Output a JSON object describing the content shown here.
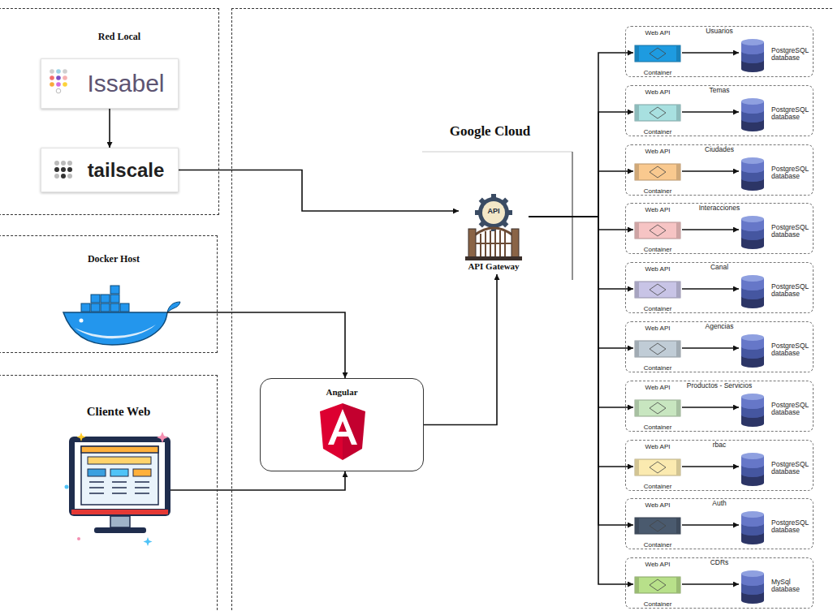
{
  "diagram": {
    "nodes": [
      {
        "text": [
          "Red Local"
        ]
      },
      {
        "text": [
          "Issabel"
        ],
        "in": 0
      },
      {
        "text": [
          "tailscale"
        ],
        "in": 0
      },
      {
        "text": [
          "Docker Host"
        ]
      },
      {
        "text": [
          "Cliente Web"
        ]
      },
      {
        "text": [
          "Angular"
        ]
      },
      {
        "text": [
          "Google Cloud"
        ]
      },
      {
        "text": [
          "API Gateway"
        ],
        "in": 6
      },
      {
        "text": [
          "Usuarios"
        ],
        "in": 6
      },
      {
        "text": [
          "Web API",
          "Container"
        ],
        "in": 8
      },
      {
        "text": [
          "PostgreSQL database"
        ],
        "in": 8
      },
      {
        "text": [
          "Temas"
        ],
        "in": 6
      },
      {
        "text": [
          "Web API",
          "Container"
        ],
        "in": 11
      },
      {
        "text": [
          "PostgreSQL database"
        ],
        "in": 11
      },
      {
        "text": [
          "Ciudades"
        ],
        "in": 6
      },
      {
        "text": [
          "Web API",
          "Container"
        ],
        "in": 14
      },
      {
        "text": [
          "PostgreSQL database"
        ],
        "in": 14
      },
      {
        "text": [
          "Interacciones"
        ],
        "in": 6
      },
      {
        "text": [
          "Web API",
          "Container"
        ],
        "in": 17
      },
      {
        "text": [
          "PostgreSQL database"
        ],
        "in": 17
      },
      {
        "text": [
          "Canal"
        ],
        "in": 6
      },
      {
        "text": [
          "Web API",
          "Container"
        ],
        "in": 20
      },
      {
        "text": [
          "PostgreSQL database"
        ],
        "in": 20
      },
      {
        "text": [
          "Agencias"
        ],
        "in": 6
      },
      {
        "text": [
          "Web API",
          "Container"
        ],
        "in": 23
      },
      {
        "text": [
          "PostgreSQL database"
        ],
        "in": 23
      },
      {
        "text": [
          "Productos - Servicios"
        ],
        "in": 6
      },
      {
        "text": [
          "Web API",
          "Container"
        ],
        "in": 26
      },
      {
        "text": [
          "PostgreSQL database"
        ],
        "in": 26
      },
      {
        "text": [
          "rbac"
        ],
        "in": 6
      },
      {
        "text": [
          "Web API",
          "Container"
        ],
        "in": 29
      },
      {
        "text": [
          "PostgreSQL database"
        ],
        "in": 29
      },
      {
        "text": [
          "Auth"
        ],
        "in": 6
      },
      {
        "text": [
          "Web API",
          "Container"
        ],
        "in": 32
      },
      {
        "text": [
          "PostgreSQL database"
        ],
        "in": 32
      },
      {
        "text": [
          "CDRs"
        ],
        "in": 6
      },
      {
        "text": [
          "Web API",
          "Container"
        ],
        "in": 35
      },
      {
        "text": [
          "MySql database"
        ],
        "in": 35
      }
    ],
    "edges": [
      {
        "from": 1,
        "to": 2,
        "arrow": "to"
      },
      {
        "from": 2,
        "to": 7,
        "arrow": "to"
      },
      {
        "from": 3,
        "to": 5,
        "arrow": "to"
      },
      {
        "from": 4,
        "to": 5,
        "arrow": "to"
      },
      {
        "from": 5,
        "to": 7,
        "arrow": "to"
      },
      {
        "from": 7,
        "to": 9,
        "arrow": "to"
      },
      {
        "from": 7,
        "to": 12,
        "arrow": "to"
      },
      {
        "from": 7,
        "to": 15,
        "arrow": "to"
      },
      {
        "from": 7,
        "to": 18,
        "arrow": "to"
      },
      {
        "from": 7,
        "to": 21,
        "arrow": "to"
      },
      {
        "from": 7,
        "to": 24,
        "arrow": "to"
      },
      {
        "from": 7,
        "to": 27,
        "arrow": "to"
      },
      {
        "from": 7,
        "to": 30,
        "arrow": "to"
      },
      {
        "from": 7,
        "to": 33,
        "arrow": "to"
      },
      {
        "from": 7,
        "to": 36,
        "arrow": "to"
      },
      {
        "from": 9,
        "to": 10,
        "arrow": "to"
      },
      {
        "from": 12,
        "to": 13,
        "arrow": "to"
      },
      {
        "from": 15,
        "to": 16,
        "arrow": "to"
      },
      {
        "from": 18,
        "to": 19,
        "arrow": "to"
      },
      {
        "from": 21,
        "to": 22,
        "arrow": "to"
      },
      {
        "from": 24,
        "to": 25,
        "arrow": "to"
      },
      {
        "from": 27,
        "to": 28,
        "arrow": "to"
      },
      {
        "from": 30,
        "to": 31,
        "arrow": "to"
      },
      {
        "from": 33,
        "to": 34,
        "arrow": "to"
      },
      {
        "from": 36,
        "to": 37,
        "arrow": "to"
      }
    ],
    "labels": [
      "API"
    ]
  }
}
